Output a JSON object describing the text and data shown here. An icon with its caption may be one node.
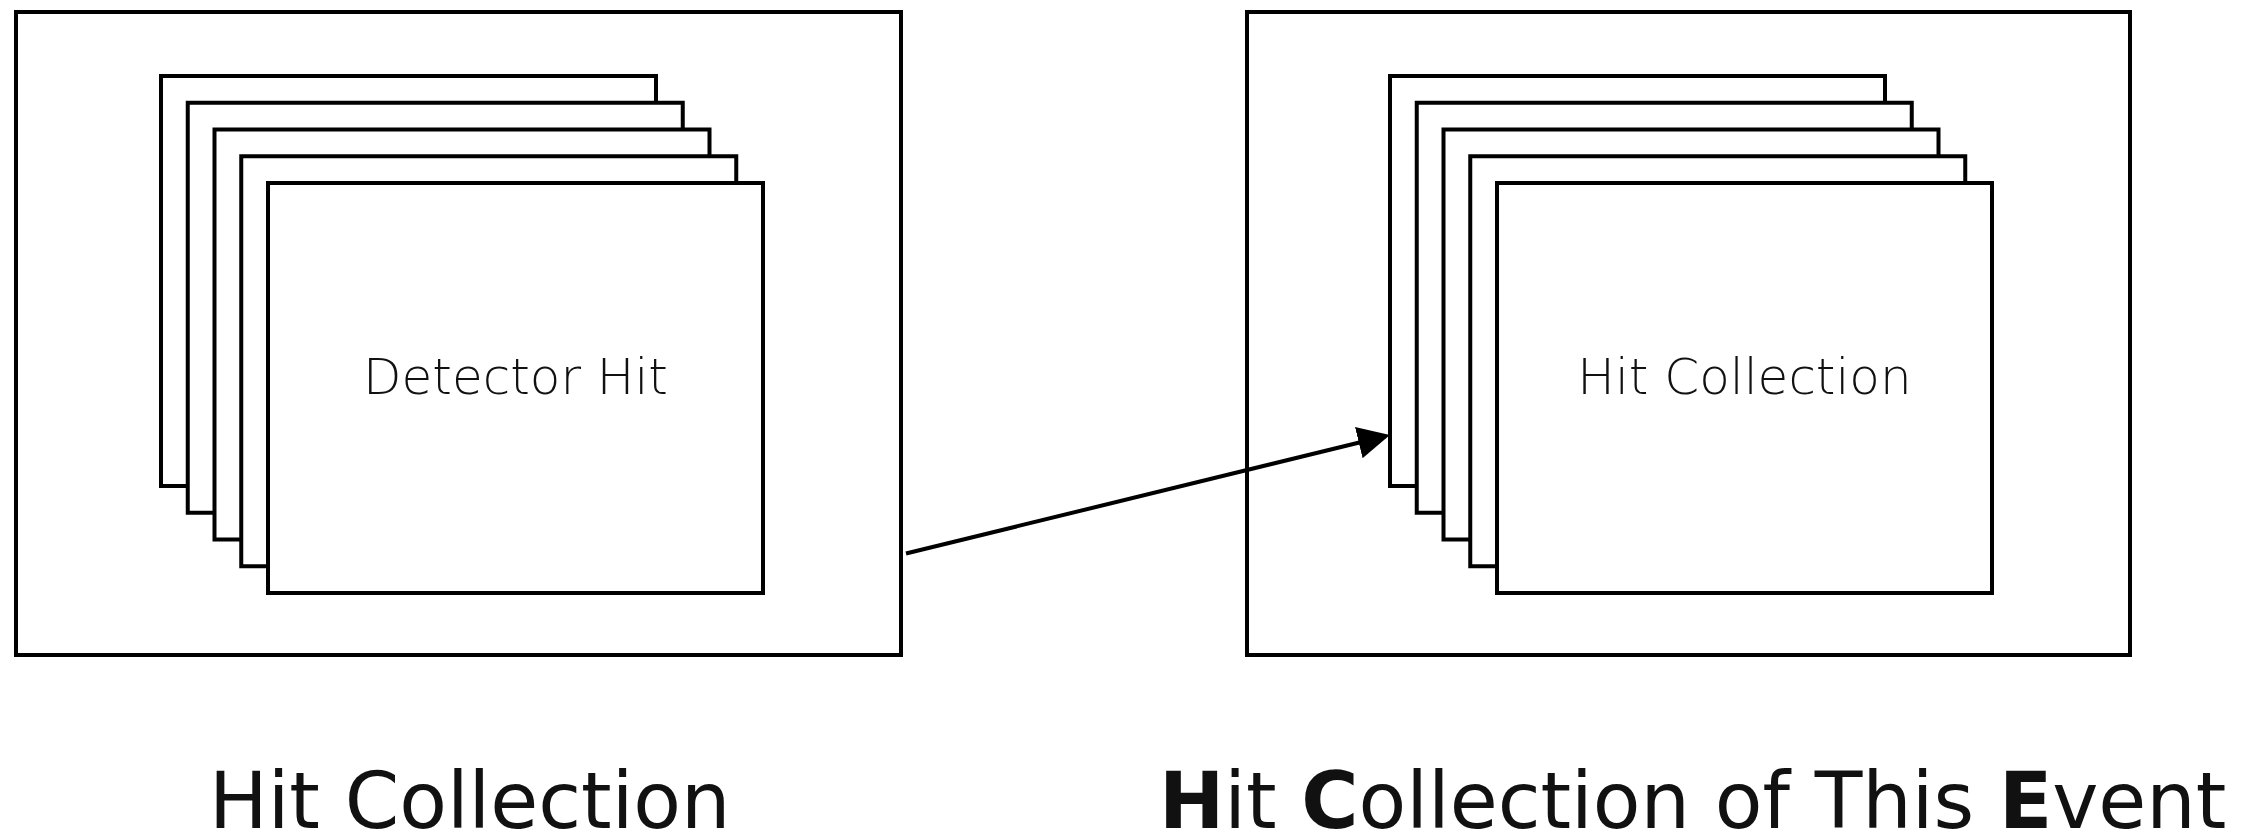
{
  "diagram": {
    "nodes": [
      {
        "text": [
          "Hit Collection"
        ]
      },
      {
        "text": [
          "Detector Hit"
        ],
        "in": 0
      },
      {
        "text": [
          "**H**it **C**ollection of This **E**vent"
        ]
      },
      {
        "text": [
          "Hit Collection"
        ],
        "in": 2
      }
    ],
    "edges": [
      {
        "from": 0,
        "to": 3,
        "arrow": "to"
      }
    ]
  }
}
